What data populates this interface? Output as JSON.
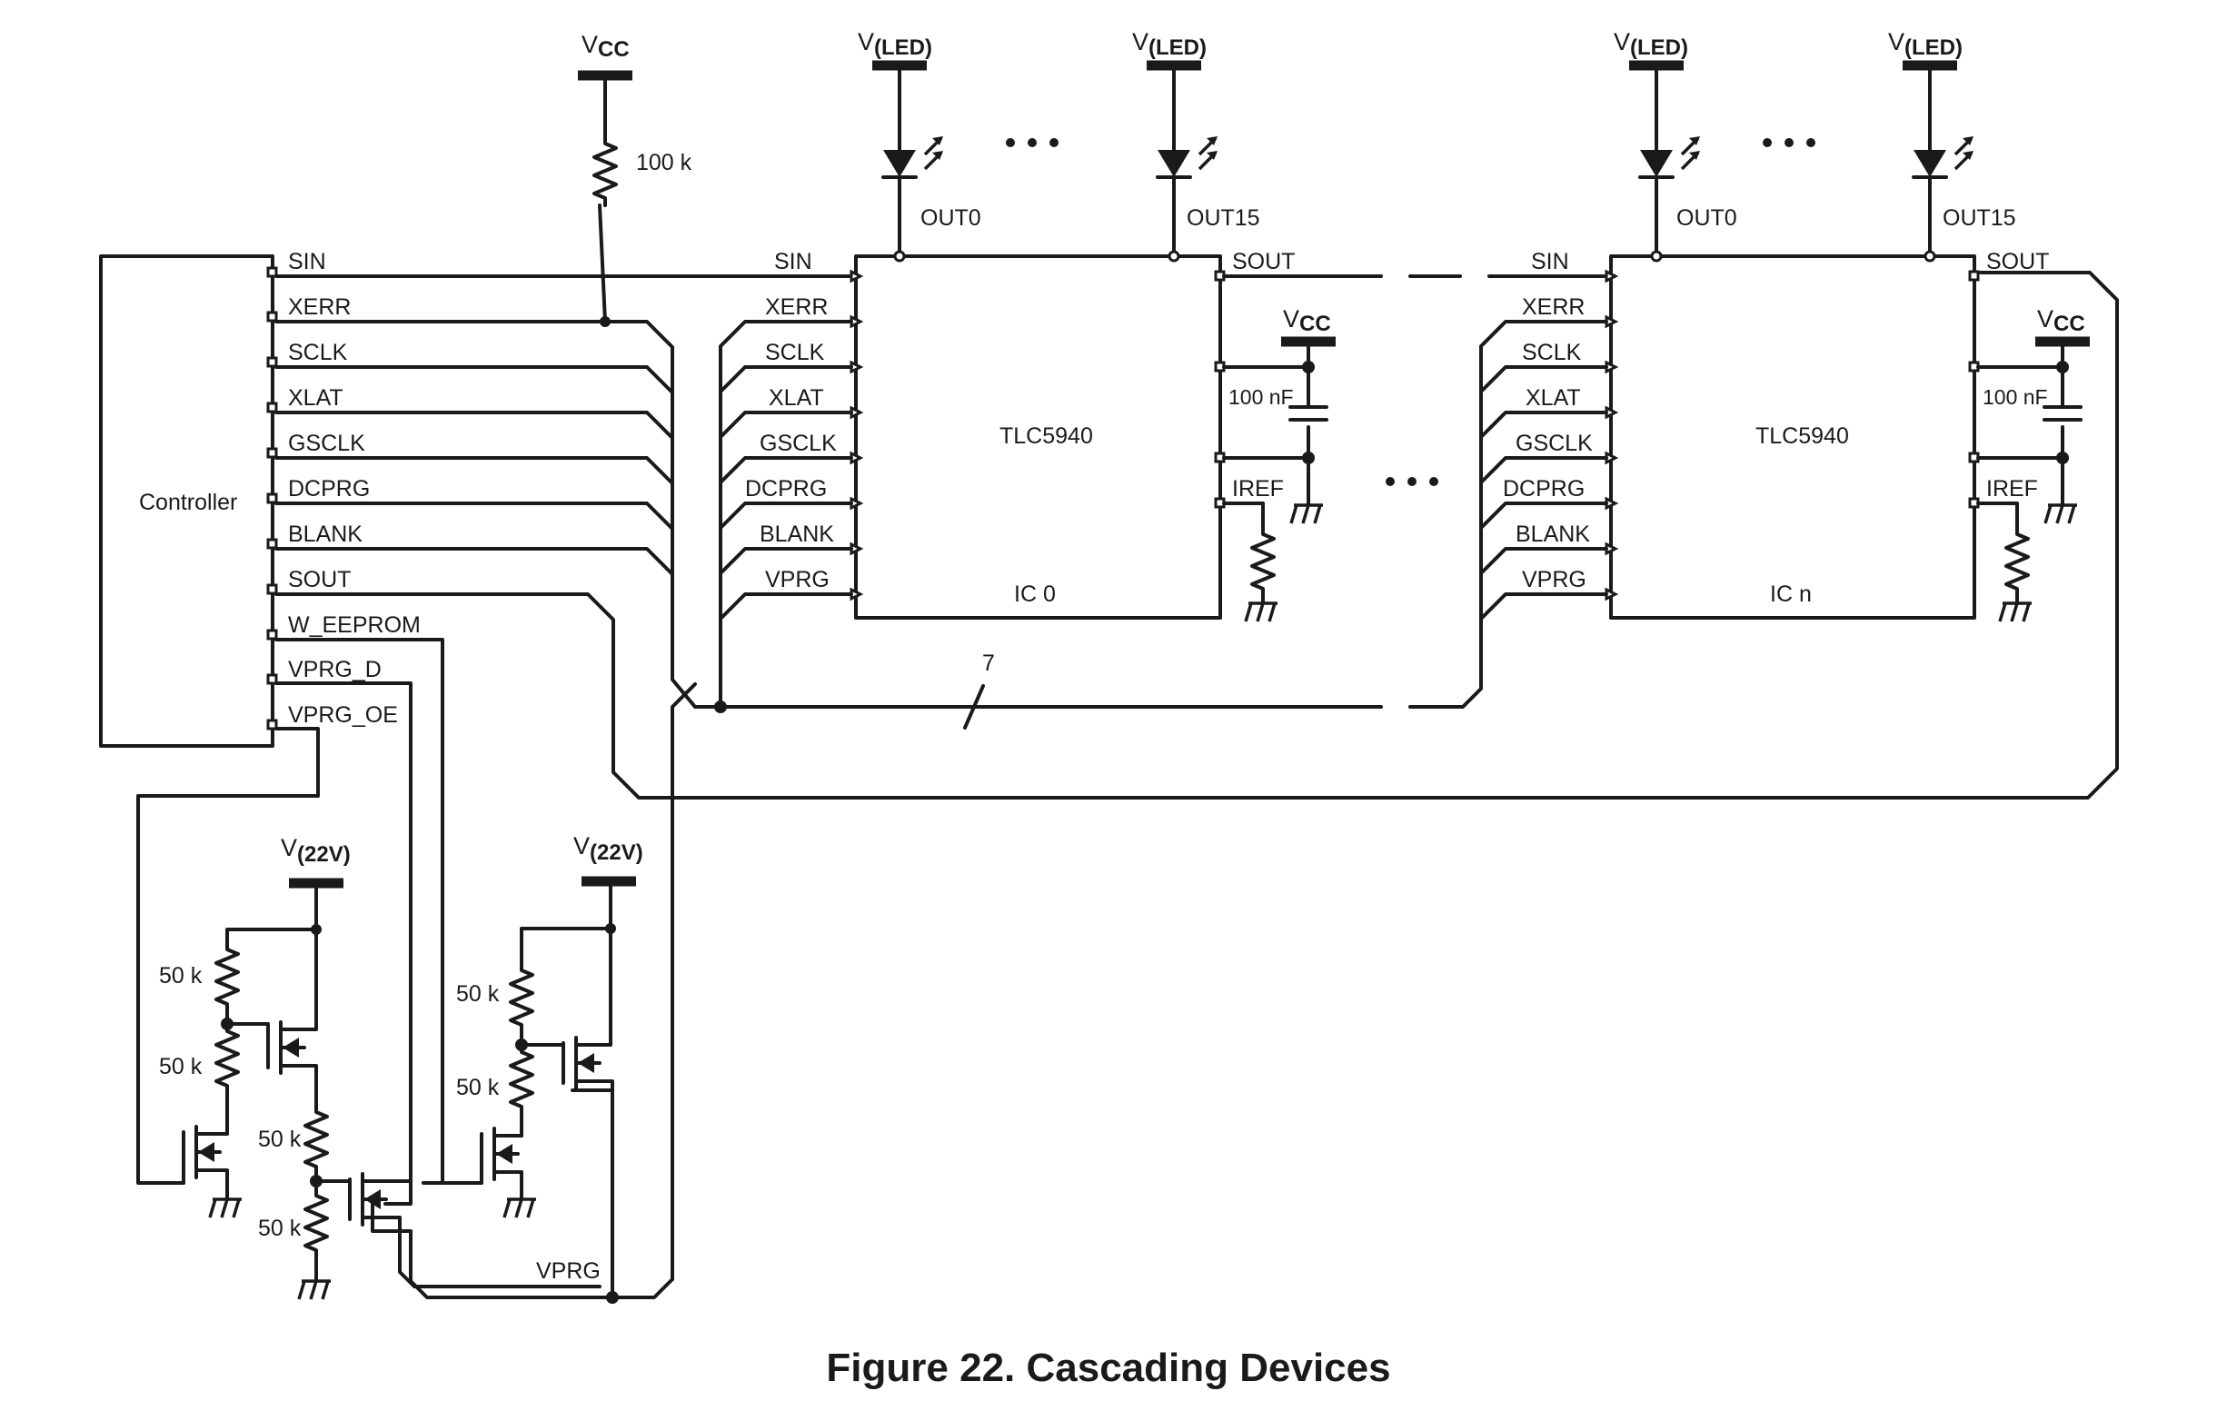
{
  "figure": {
    "caption": "Figure 22.  Cascading Devices"
  },
  "controller": {
    "name": "Controller",
    "pins": [
      "SIN",
      "XERR",
      "SCLK",
      "XLAT",
      "GSCLK",
      "DCPRG",
      "BLANK",
      "SOUT",
      "W_EEPROM",
      "VPRG_D",
      "VPRG_OE"
    ]
  },
  "ic0": {
    "part": "TLC5940",
    "id": "IC 0",
    "left_pins": [
      "SIN",
      "XERR",
      "SCLK",
      "XLAT",
      "GSCLK",
      "DCPRG",
      "BLANK",
      "VPRG"
    ],
    "sout": "SOUT",
    "iref": "IREF",
    "out_first": "OUT0",
    "out_last": "OUT15",
    "cap": "100 nF"
  },
  "icn": {
    "part": "TLC5940",
    "id": "IC n",
    "left_pins": [
      "SIN",
      "XERR",
      "SCLK",
      "XLAT",
      "GSCLK",
      "DCPRG",
      "BLANK",
      "VPRG"
    ],
    "sout": "SOUT",
    "iref": "IREF",
    "out_first": "OUT0",
    "out_last": "OUT15",
    "cap": "100 nF"
  },
  "supplies": {
    "v": "V",
    "cc": "CC",
    "led": "(LED)",
    "v22": "(22V)"
  },
  "components": {
    "pullup": "100 k",
    "r50k": "50 k",
    "vprg_node": "VPRG",
    "bus_width": "7"
  }
}
